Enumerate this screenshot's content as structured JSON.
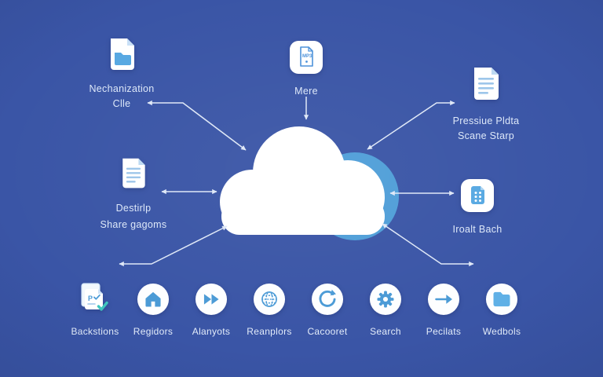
{
  "colors": {
    "background": "#3a55a6",
    "cloud_white": "#ffffff",
    "cloud_blue": "#4f9ed8",
    "icon_blue": "#4a9ad6",
    "folder_blue": "#57a8e2",
    "light_blue": "#9cc5ea",
    "teal_check": "#3fc4bd",
    "arrow": "#dfe8f7",
    "label_text": "#dde8f9"
  },
  "diagram": {
    "center": {
      "icon": "cloud-icon"
    },
    "nodes": [
      {
        "id": "file-node",
        "icon": "document-folder-icon",
        "lines": [
          "Nechanization",
          "Clle"
        ]
      },
      {
        "id": "media-node",
        "icon": "media-file-icon",
        "lines": [
          "Mere"
        ],
        "file_type": "MP3"
      },
      {
        "id": "pressure-node",
        "icon": "document-lines-icon",
        "lines": [
          "Pressiue Pldta",
          "Scane Starp"
        ]
      },
      {
        "id": "share-node",
        "icon": "document-lines-icon",
        "lines": [
          "Destirlp",
          "Share gagoms"
        ]
      },
      {
        "id": "batch-node",
        "icon": "copy-grid-icon",
        "lines": [
          "Iroalt Bach"
        ]
      }
    ]
  },
  "bottom_row": {
    "items": [
      {
        "icon": "documents-check-icon",
        "label": "Backstions"
      },
      {
        "icon": "home-icon",
        "label": "Regidors"
      },
      {
        "icon": "fast-forward-icon",
        "label": "Alanyots"
      },
      {
        "icon": "globe-icon",
        "label": "Reanplors"
      },
      {
        "icon": "refresh-icon",
        "label": "Cacooret"
      },
      {
        "icon": "gear-icon",
        "label": "Search"
      },
      {
        "icon": "arrow-right-icon",
        "label": "Pecilats"
      },
      {
        "icon": "folder-icon",
        "label": "Wedbols"
      }
    ]
  }
}
